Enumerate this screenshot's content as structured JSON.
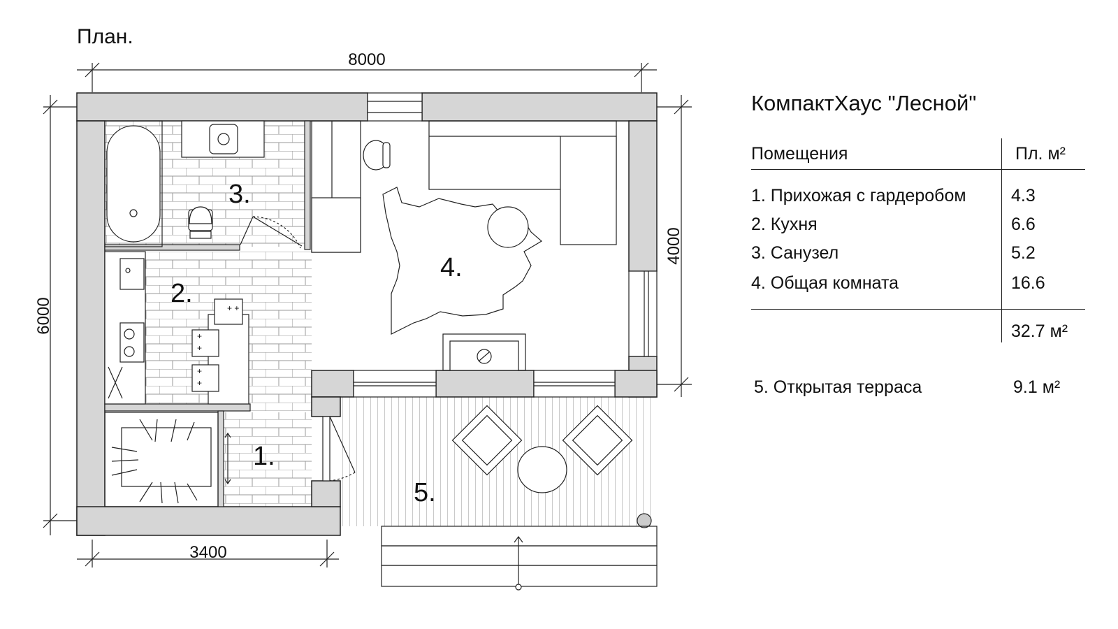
{
  "page_title": "План.",
  "dimensions": {
    "overall_width": "8000",
    "overall_height": "6000",
    "room_height": "4000",
    "left_width": "3400"
  },
  "room_markers": [
    "1.",
    "2.",
    "3.",
    "4.",
    "5."
  ],
  "legend": {
    "project_title": "КомпактХаус \"Лесной\"",
    "header_name": "Помещения",
    "header_area": "Пл. м²",
    "rooms": [
      {
        "name": "1. Прихожая с гардеробом",
        "area": "4.3"
      },
      {
        "name": "2. Кухня",
        "area": "6.6"
      },
      {
        "name": "3. Санузел",
        "area": "5.2"
      },
      {
        "name": "4. Общая комната",
        "area": "16.6"
      }
    ],
    "total": "32.7 м²",
    "terrace": {
      "name": "5. Открытая терраса",
      "area": "9.1 м²"
    }
  },
  "colors": {
    "wall_fill": "#d6d6d6",
    "line": "#222222",
    "tile": "#9a9a9a"
  }
}
